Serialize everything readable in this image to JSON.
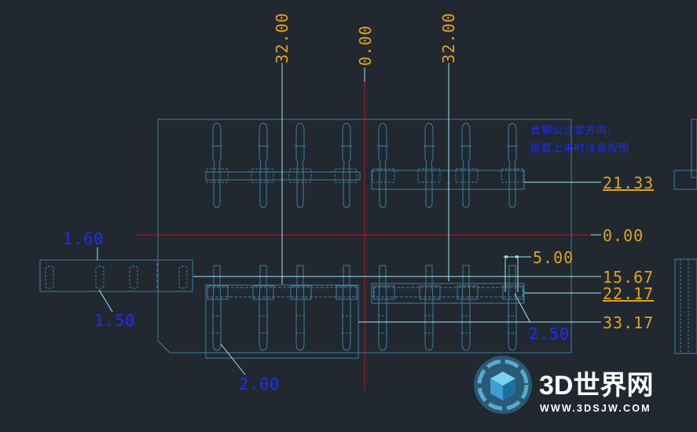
{
  "colors": {
    "background": "#212830",
    "outline": "#3f7fa0",
    "leader": "#a8e6f0",
    "centerline": "#c0181c",
    "dimension_text": "#e0a321",
    "annotation_text": "#1f2cff"
  },
  "top_dimensions": {
    "left": "32.00",
    "center": "0.00",
    "right": "32.00"
  },
  "right_dimensions": {
    "d1": "21.33",
    "d2": "0.00",
    "d3": "5.00",
    "d4": "15.67",
    "d5": "22.17",
    "d6": "33.17"
  },
  "blue_dimensions": {
    "a": "1.60",
    "b": "1.50",
    "c": "2.00",
    "d": "2.50"
  },
  "note": {
    "line1": "此钢公注意方向,",
    "line2": "搭截上来时注意按图"
  },
  "watermark": {
    "brand": "3D世界网",
    "url": "WWW.3DSJW.COM",
    "icon": "cube-logo-icon"
  }
}
